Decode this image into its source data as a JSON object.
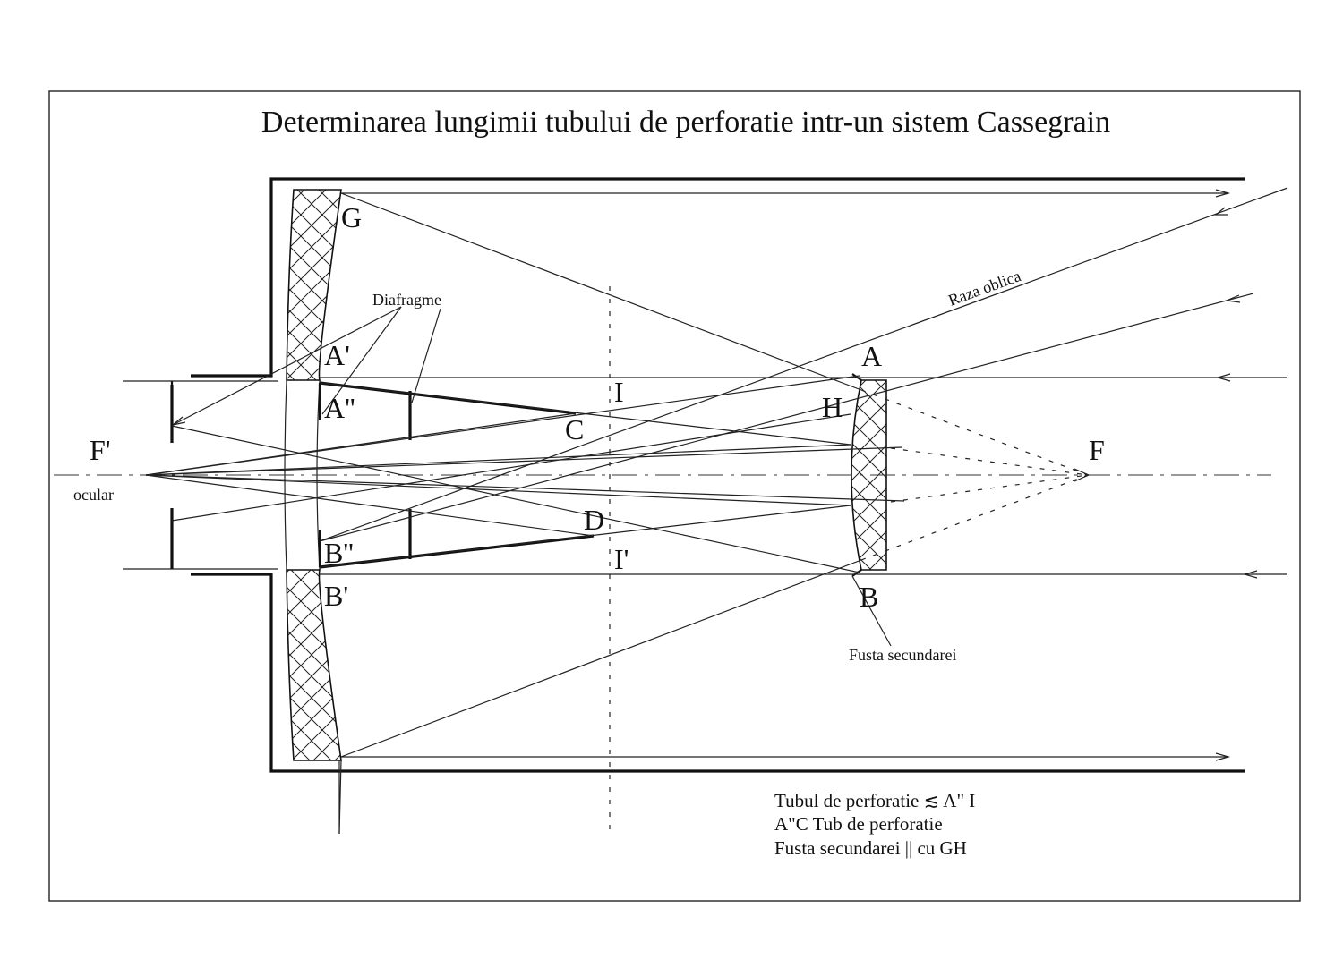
{
  "title": "Determinarea lungimii tubului de perforatie intr-un sistem Cassegrain",
  "labels": {
    "G": "G",
    "A_prime": "A'",
    "A_dprime": "A''",
    "B_dprime": "B''",
    "B_prime": "B'",
    "A": "A",
    "B": "B",
    "H": "H",
    "C": "C",
    "D": "D",
    "I": "I",
    "I_prime": "I'",
    "F": "F",
    "F_prime": "F'",
    "ocular": "ocular",
    "diafragme": "Diafragme",
    "raza_oblica": "Raza oblica",
    "fusta_secundarei": "Fusta secundarei"
  },
  "notes": [
    "Tubul de perforatie ≲ A\" I",
    "A\"C Tub de perforatie",
    "Fusta secundarei  || cu GH"
  ],
  "colors": {
    "line": "#111111",
    "background": "#ffffff"
  }
}
